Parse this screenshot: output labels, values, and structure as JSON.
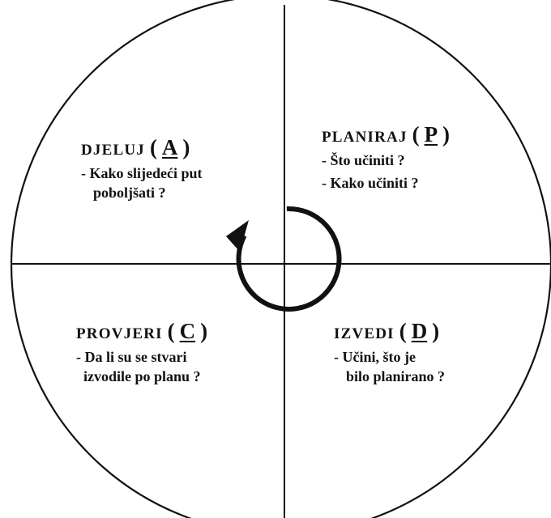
{
  "quadrants": {
    "act": {
      "name": "DJELUJ",
      "letter": "A",
      "lines": [
        "- Kako slijedeći put",
        "poboljšati ?"
      ]
    },
    "plan": {
      "name": "PLANIRAJ",
      "letter": "P",
      "lines": [
        "- Što učiniti ?",
        "- Kako učiniti ?"
      ]
    },
    "check": {
      "name": "PROVJERI",
      "letter": "C",
      "lines": [
        "- Da li su se stvari",
        "izvodile po planu ?"
      ]
    },
    "do": {
      "name": "IZVEDI",
      "letter": "D",
      "lines": [
        "- Učini, što je",
        "bilo planirano ?"
      ]
    }
  },
  "colors": {
    "stroke": "#111111",
    "background": "#ffffff"
  }
}
